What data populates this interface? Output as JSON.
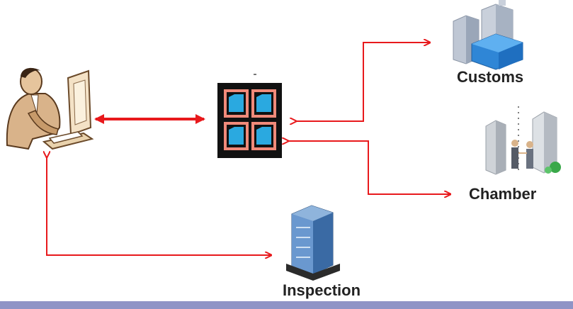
{
  "colors": {
    "arrow": "#e8191c",
    "footer_bar": "#8f94c6",
    "window_frame": "#111111",
    "window_border": "#f08a7a",
    "window_pane": "#2aa9e0"
  },
  "nodes": {
    "user": {
      "icon": "person-at-computer-icon"
    },
    "hub": {
      "icon": "window-system-icon"
    },
    "customs": {
      "label": "Customs",
      "icon": "office-buildings-icon"
    },
    "chamber": {
      "label": "Chamber",
      "icon": "handshake-office-icon"
    },
    "inspection": {
      "label": "Inspection",
      "icon": "office-tower-icon"
    }
  }
}
